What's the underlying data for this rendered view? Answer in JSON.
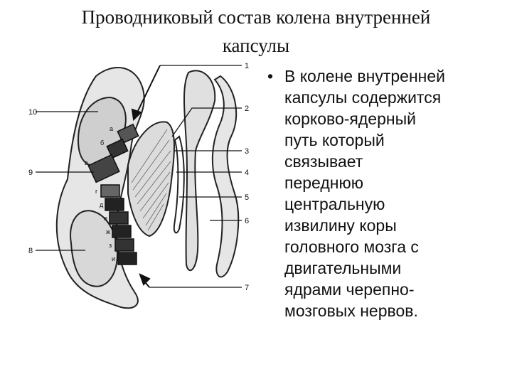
{
  "slide": {
    "title_lines": [
      "Проводниковый состав колена внутренней",
      "капсулы"
    ],
    "bullet_marker": "•",
    "bullet_lines": [
      "В колене внутренней",
      "капсулы содержится",
      "корково-ядерный",
      "путь который",
      "связывает",
      "переднюю",
      "центральную",
      "извилину коры",
      "головного мозга с",
      "двигательными",
      "ядрами черепно-",
      "мозговых нервов."
    ]
  },
  "diagram": {
    "numbers_right": [
      "1",
      "2",
      "3",
      "4",
      "5",
      "6",
      "7"
    ],
    "numbers_left": [
      "10",
      "9",
      "8"
    ],
    "segment_letters": [
      "а",
      "б",
      "в",
      "г",
      "д",
      "е",
      "ж",
      "з",
      "и"
    ]
  }
}
